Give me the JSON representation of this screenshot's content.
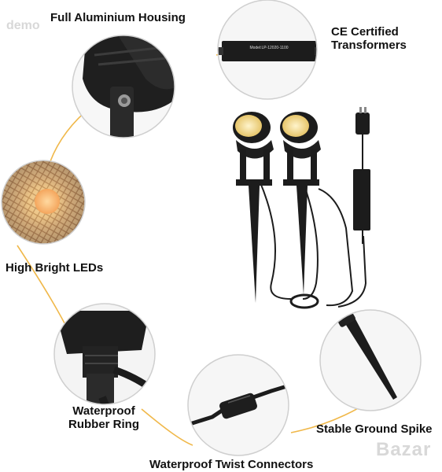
{
  "labels": {
    "housing": "Full Aluminium Housing",
    "transformers_line1": "CE Certified",
    "transformers_line2": "Transformers",
    "leds": "High Bright LEDs",
    "ring_line1": "Waterproof",
    "ring_line2": "Rubber Ring",
    "spike": "Stable Ground Spike",
    "connectors": "Waterproof Twist Connectors"
  },
  "watermarks": {
    "top_left": "demo",
    "bottom_right": "Bazar"
  },
  "transformer_label": "Model:LP-12020-1100",
  "colors": {
    "accent_curve": "#f0b84a",
    "circle_border": "#cfcfcf",
    "product_black": "#1c1c1c",
    "led_warm": "#f6d27a"
  }
}
